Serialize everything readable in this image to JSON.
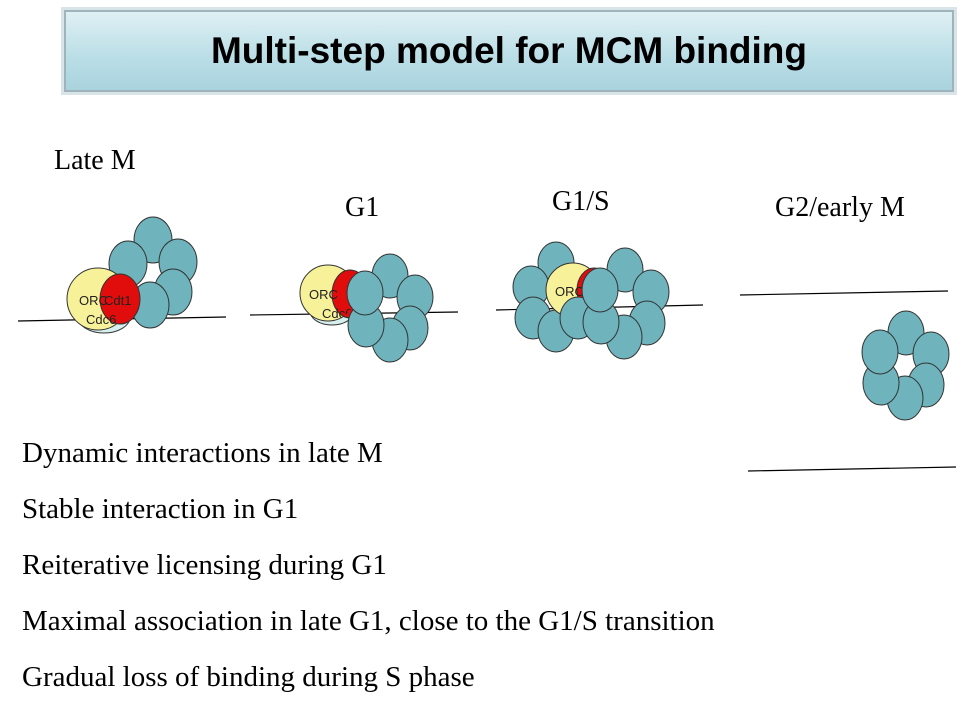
{
  "title": "Multi-step model for MCM binding",
  "stages": {
    "late_m": "Late M",
    "g1": "G1",
    "g1s": "G1/S",
    "g2": "G2/early M"
  },
  "labels": {
    "orc": "ORC",
    "cdt1": "Cdt1",
    "cdc6": "Cdc6"
  },
  "bullets": [
    "Dynamic interactions in late M",
    "Stable interaction in G1",
    "Reiterative licensing during G1",
    "Maximal association in late G1, close to the G1/S transition",
    "Gradual  loss of binding during S phase"
  ],
  "colors": {
    "mcm": "#6fb3bc",
    "orc": "#f7f19a",
    "cdt1": "#e10d0d",
    "cdc6": "#d7f0ee",
    "outline": "#333333"
  }
}
